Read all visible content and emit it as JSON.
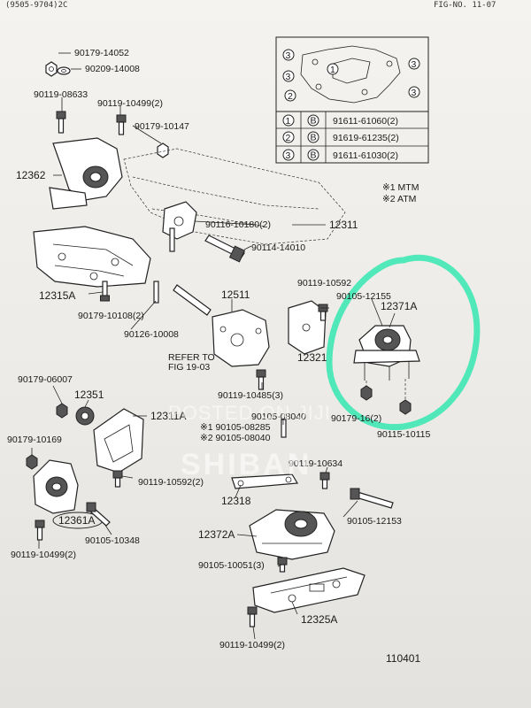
{
  "header": {
    "left": "(9505-9704)2C",
    "right": "FIG-NO. 11-07"
  },
  "table": {
    "rows": [
      {
        "num": "1",
        "part": "91611-61060(2)"
      },
      {
        "num": "2",
        "part": "91619-61235(2)"
      },
      {
        "num": "3",
        "part": "91611-61030(2)"
      }
    ],
    "row_marker": "B"
  },
  "notes": {
    "mtm": "※1 MTM",
    "atm": "※2 ATM"
  },
  "labels": {
    "p90179_14052": "90179-14052",
    "p90209_14008": "90209-14008",
    "p90119_08633": "90119-08633",
    "p90119_10499_2a": "90119-10499(2)",
    "p90179_10147": "90179-10147",
    "p12362": "12362",
    "p90116_10180": "90116-10180(2)",
    "p12311": "12311",
    "p90114_14010": "90114-14010",
    "p12315A": "12315A",
    "p90179_10108": "90179-10108(2)",
    "p90126_10008": "90126-10008",
    "p12511": "12511",
    "refer_to": "REFER TO",
    "fig_19_03": "FIG 19-03",
    "p90119_10592_a": "90119-10592",
    "p90105_12155": "90105-12155",
    "p12371A": "12371A",
    "p12321": "12321",
    "p90119_10485": "90119-10485(3)",
    "p90179_06007": "90179-06007",
    "p12351": "12351",
    "p12311A": "12311A",
    "p90105_08040_a": "90105-08040",
    "p90179_16": "90179-16(2)",
    "p90115_10115": "90115-10115",
    "p90179_10169": "90179-10169",
    "p90105_08285": "※1 90105-08285",
    "p90105_08040_b": "※2 90105-08040",
    "p90119_10634": "90119-10634",
    "p12361A": "12361A",
    "p90119_10592_2": "90119-10592(2)",
    "p12318": "12318",
    "p90105_12153": "90105-12153",
    "p90105_10348": "90105-10348",
    "p12372A": "12372A",
    "p90119_10499_2b": "90119-10499(2)",
    "p90105_10051": "90105-10051(3)",
    "p12325A": "12325A",
    "p90119_10499_2c": "90119-10499(2)",
    "p110401": "110401"
  },
  "watermark": {
    "line1": "POSTED ON JIJI",
    "line2": "SHIBAN"
  },
  "colors": {
    "highlight": "#3fe8b4",
    "ink": "#1b1b1b"
  }
}
